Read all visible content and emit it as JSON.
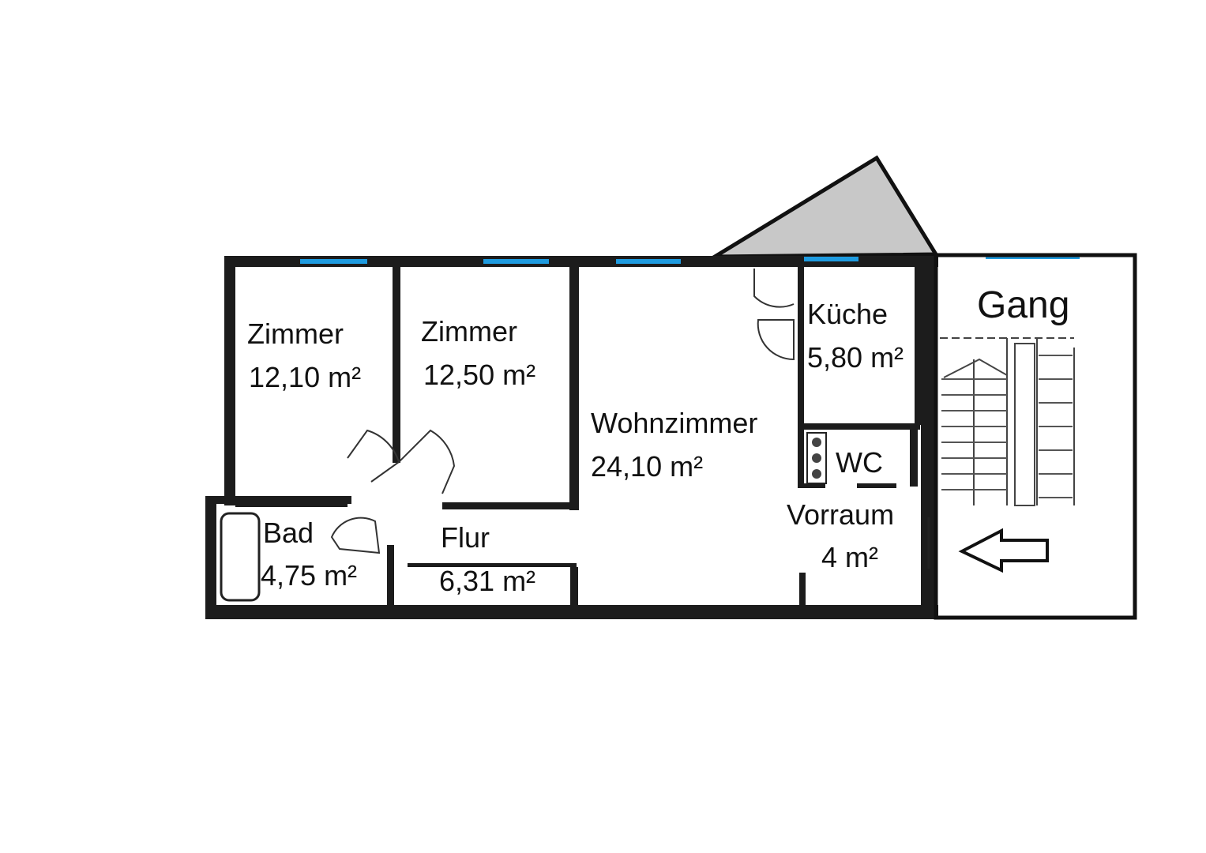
{
  "rooms": {
    "zimmer1": {
      "name": "Zimmer",
      "area": "12,10 m²"
    },
    "zimmer2": {
      "name": "Zimmer",
      "area": "12,50 m²"
    },
    "wohnzimmer": {
      "name": "Wohnzimmer",
      "area": "24,10 m²"
    },
    "kueche": {
      "name": "Küche",
      "area": "5,80 m²"
    },
    "wc": {
      "name": "WC"
    },
    "vorraum": {
      "name": "Vorraum",
      "area": "4 m²"
    },
    "bad": {
      "name": "Bad",
      "area": "4,75 m²"
    },
    "flur": {
      "name": "Flur",
      "area": "6,31 m²"
    },
    "gang": {
      "name": "Gang"
    }
  },
  "colors": {
    "window": "#1e9be0",
    "balcony": "#c8c8c8",
    "wall": "#1c1c1c"
  },
  "icons": {
    "entrance": "arrow-left-icon"
  }
}
